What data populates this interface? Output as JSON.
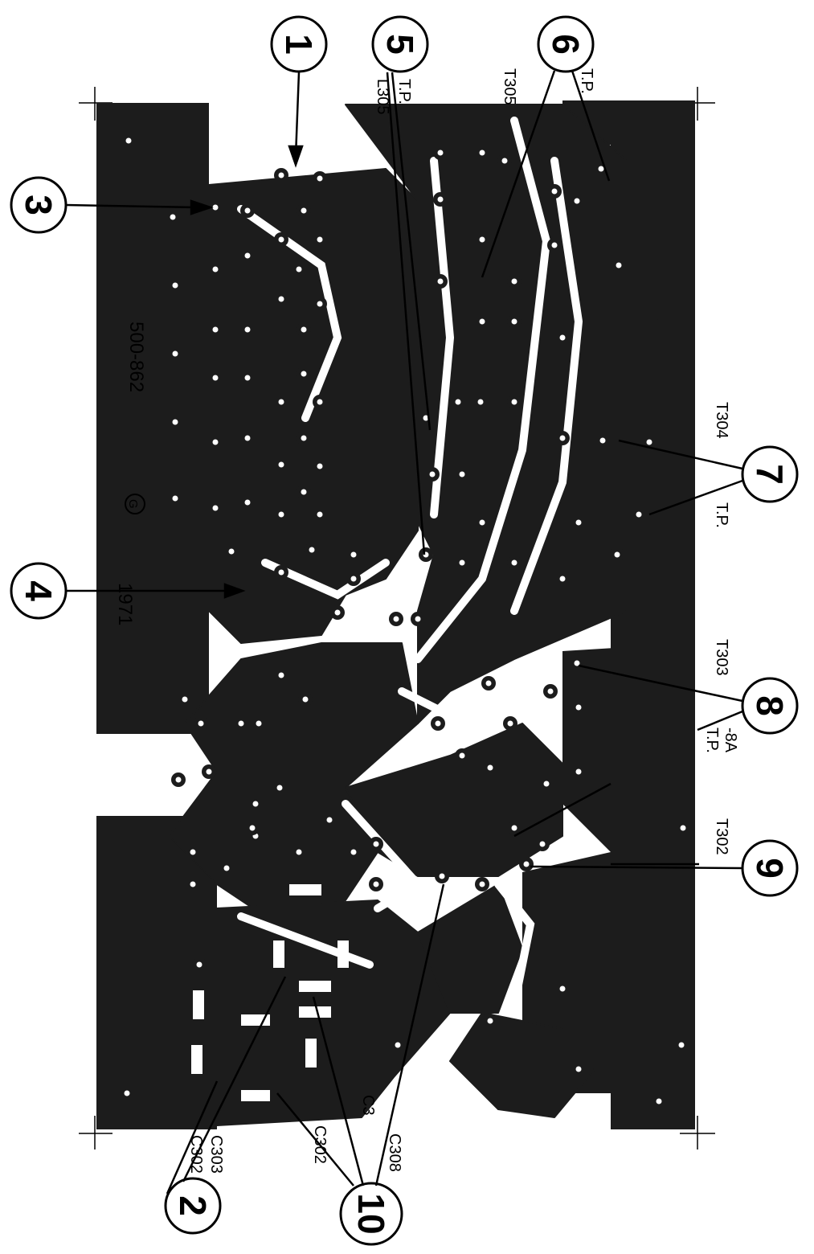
{
  "board": {
    "part_number": "500-862",
    "copyright_mark": "G",
    "year": "1971"
  },
  "callouts": [
    {
      "id": "1",
      "label": "1"
    },
    {
      "id": "2",
      "label": "2"
    },
    {
      "id": "3",
      "label": "3"
    },
    {
      "id": "4",
      "label": "4"
    },
    {
      "id": "5",
      "label": "5"
    },
    {
      "id": "6",
      "label": "6"
    },
    {
      "id": "7",
      "label": "7"
    },
    {
      "id": "8",
      "label": "8"
    },
    {
      "id": "9",
      "label": "9"
    },
    {
      "id": "10",
      "label": "10"
    }
  ],
  "labels": {
    "l305": "L305",
    "tp_5": "T.P.",
    "t305": "T305",
    "tp_6": "T.P.",
    "t304": "T304",
    "tp_7": "T.P.",
    "t303": "T303",
    "tp_8": "T.P.",
    "minus_8a": "-8A",
    "t302": "T302",
    "c302_a": "C302",
    "c303": "C303",
    "c302_b": "C302",
    "c30x": "C3",
    "c308": "C308"
  },
  "colors": {
    "copper": "#1c1c1c",
    "paper": "#ffffff"
  }
}
